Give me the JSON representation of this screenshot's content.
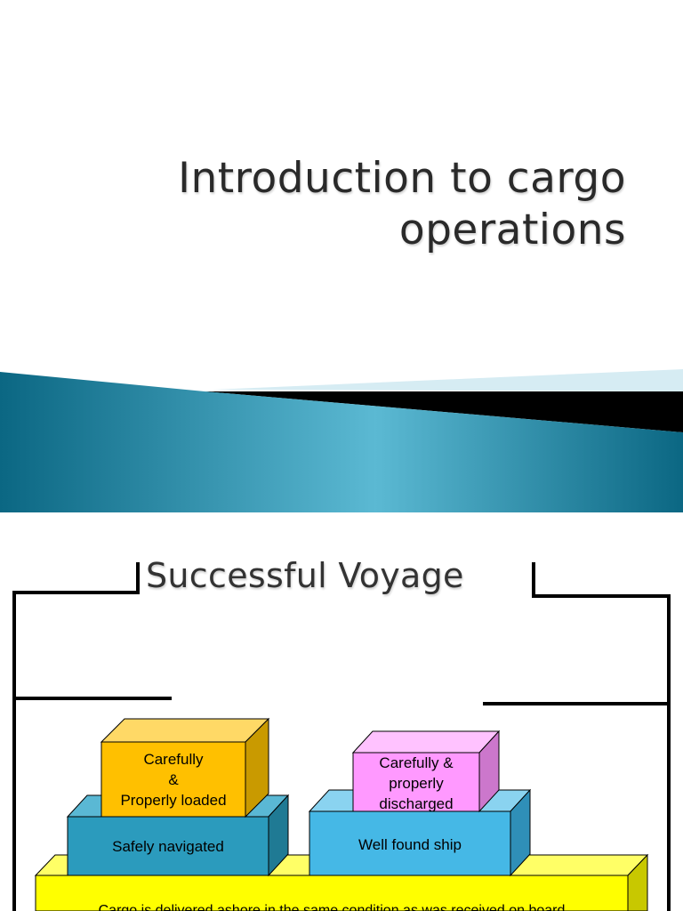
{
  "slide1": {
    "title_line1": "Introduction to cargo",
    "title_line2": "operations",
    "colors": {
      "band_dark": "#0d6f8c",
      "band_light": "#5fbcd6",
      "black_strip": "#000000",
      "pale_strip": "#d6ecf3"
    }
  },
  "slide2": {
    "title": "Successful Voyage",
    "boxes": {
      "base": {
        "label": "Cargo is delivered ashore in the same condition as was received on board",
        "color": "#ffff00"
      },
      "navigated": {
        "label": "Safely navigated",
        "color": "#2b9bbd"
      },
      "loaded": {
        "line1": "Carefully",
        "line2": "&",
        "line3": "Properly loaded",
        "color": "#ffc000"
      },
      "ship": {
        "label": "Well found ship",
        "color": "#45b8e6"
      },
      "discharged": {
        "line1": "Carefully &",
        "line2": "properly",
        "line3": "discharged",
        "color": "#ff99ff"
      }
    }
  }
}
